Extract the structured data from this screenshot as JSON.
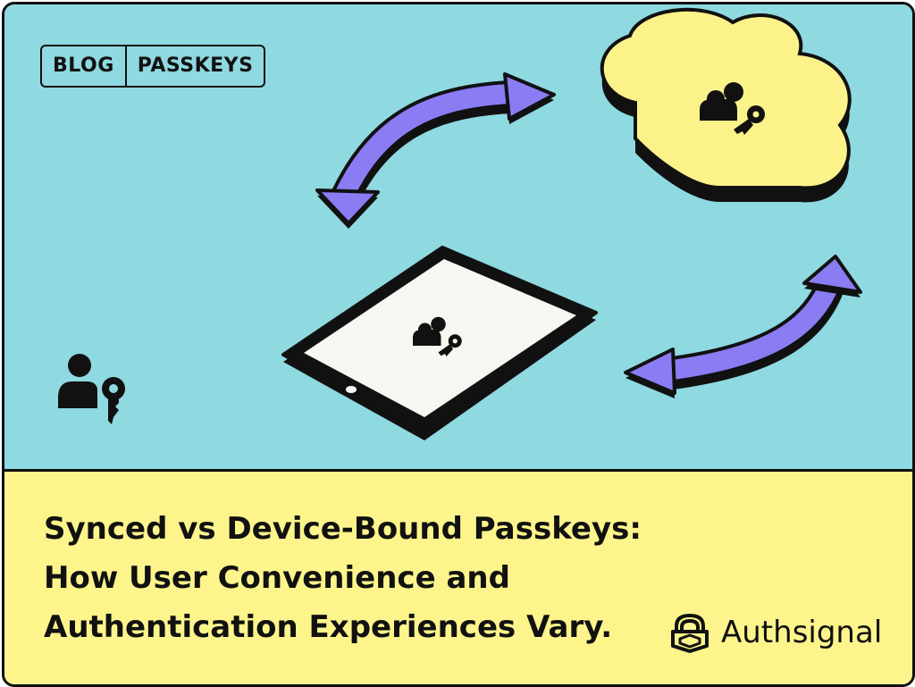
{
  "tags": [
    "BLOG",
    "PASSKEYS"
  ],
  "headline": [
    "Synced vs Device-Bound Passkeys:",
    "How User Convenience and",
    "Authentication Experiences Vary."
  ],
  "brand": {
    "name": "Authsignal",
    "icon": "authsignal-logo-icon"
  },
  "colors": {
    "sky": "#8fd9e1",
    "cream": "#fdf58c",
    "cloud": "#fbf38a",
    "arrow": "#8a7cf3",
    "ink": "#111111",
    "screen": "#f7f6f1"
  },
  "icons": [
    "user-key-icon",
    "cloud-icon",
    "tablet-icon",
    "sync-arrow-icon"
  ]
}
